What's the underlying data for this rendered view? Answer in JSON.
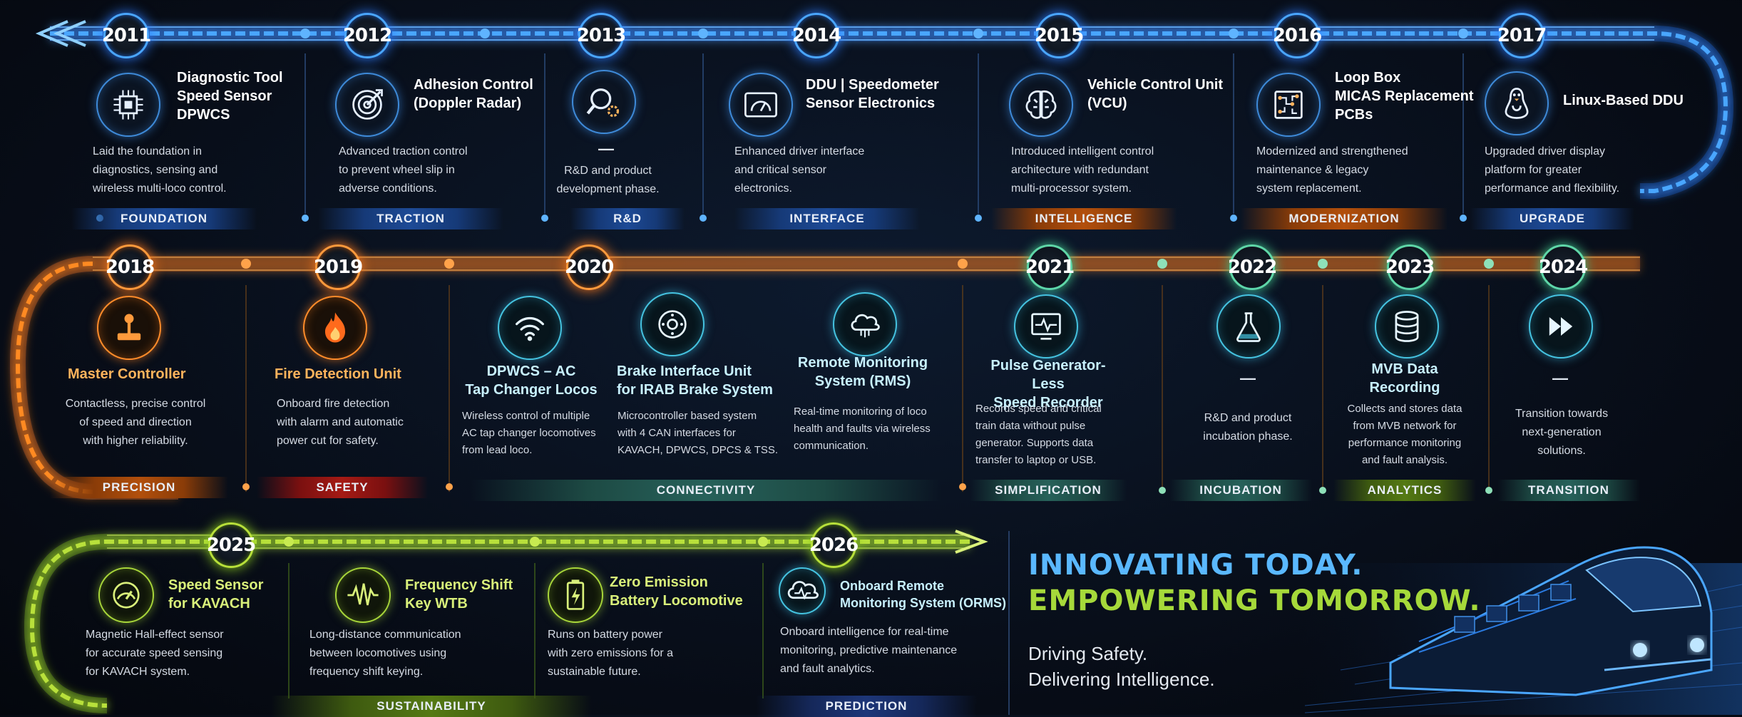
{
  "colors": {
    "blue": "#3e8ad8",
    "orange": "#ff8c2a",
    "green": "#a8d63a",
    "cyan": "#45c3e0",
    "headline_blue": "#5ab8ff",
    "headline_green": "#a6d93a"
  },
  "row1": [
    {
      "year": "2011",
      "icon": "chip-icon",
      "title": [
        "Diagnostic Tool",
        "Speed Sensor",
        "DPWCS"
      ],
      "desc": [
        "Laid the foundation in",
        "diagnostics, sensing and",
        "wireless multi-loco control."
      ]
    },
    {
      "year": "2012",
      "icon": "radar-target-icon",
      "title": [
        "Adhesion Control",
        "(Doppler Radar)"
      ],
      "desc": [
        "Advanced traction control",
        "to prevent wheel slip in",
        "adverse conditions."
      ]
    },
    {
      "year": "2013",
      "icon": "magnifier-gear-icon",
      "title": [
        "—"
      ],
      "desc": [
        "R&D and product",
        "development phase."
      ]
    },
    {
      "year": "2014",
      "icon": "speedometer-icon",
      "title": [
        "DDU | Speedometer",
        "Sensor Electronics"
      ],
      "desc": [
        "Enhanced driver interface",
        "and critical sensor",
        "electronics."
      ]
    },
    {
      "year": "2015",
      "icon": "brain-icon",
      "title": [
        "Vehicle Control Unit",
        "(VCU)"
      ],
      "desc": [
        "Introduced intelligent control",
        "architecture with redundant",
        "multi-processor system."
      ]
    },
    {
      "year": "2016",
      "icon": "circuit-board-icon",
      "title": [
        "Loop Box",
        "MICAS Replacement",
        "PCBs"
      ],
      "desc": [
        "Modernized and strengthened",
        "maintenance & legacy",
        "system replacement."
      ]
    },
    {
      "year": "2017",
      "icon": "linux-penguin-icon",
      "title": [
        "Linux-Based DDU"
      ],
      "desc": [
        "Upgraded driver display",
        "platform for greater",
        "performance and flexibility."
      ]
    }
  ],
  "row1_tags": [
    "FOUNDATION",
    "TRACTION",
    "R&D",
    "INTERFACE",
    "INTELLIGENCE",
    "MODERNIZATION",
    "UPGRADE"
  ],
  "row2": [
    {
      "year": "2018",
      "icon": "joystick-icon",
      "title": [
        "Master Controller"
      ],
      "desc": [
        "Contactless, precise control",
        "of speed and direction",
        "with higher reliability."
      ]
    },
    {
      "year": "2019",
      "icon": "flame-icon",
      "title": [
        "Fire Detection Unit"
      ],
      "desc": [
        "Onboard fire detection",
        "with alarm and automatic",
        "power cut for safety."
      ]
    },
    {
      "year": "2020",
      "icon": "wifi-icon",
      "title": [
        "DPWCS – AC",
        "Tap Changer Locos"
      ],
      "desc": [
        "Wireless control of multiple",
        "AC tap changer locomotives",
        "from lead loco."
      ]
    },
    {
      "year": "",
      "icon": "brake-disc-icon",
      "title": [
        "Brake Interface Unit",
        "for IRAB Brake System"
      ],
      "desc": [
        "Microcontroller based system",
        "with 4 CAN interfaces for",
        "KAVACH, DPWCS, DPCS & TSS."
      ]
    },
    {
      "year": "",
      "icon": "cloud-monitor-icon",
      "title": [
        "Remote Monitoring",
        "System (RMS)"
      ],
      "desc": [
        "Real-time monitoring of loco",
        "health and faults via wireless",
        "communication."
      ]
    },
    {
      "year": "2021",
      "icon": "pulse-monitor-icon",
      "title": [
        "Pulse Generator-Less",
        "Speed Recorder"
      ],
      "desc": [
        "Records speed and critical",
        "train data without pulse",
        "generator. Supports data",
        "transfer to laptop or USB."
      ]
    },
    {
      "year": "2022",
      "icon": "flask-icon",
      "title": [
        "—"
      ],
      "desc": [
        "R&D and product",
        "incubation phase."
      ]
    },
    {
      "year": "2023",
      "icon": "database-icon",
      "title": [
        "MVB Data",
        "Recording"
      ],
      "desc": [
        "Collects and stores data",
        "from MVB network for",
        "performance monitoring",
        "and fault analysis."
      ]
    },
    {
      "year": "2024",
      "icon": "fast-forward-icon",
      "title": [
        "—"
      ],
      "desc": [
        "Transition towards",
        "next-generation",
        "solutions."
      ]
    }
  ],
  "row2_tags": [
    "PRECISION",
    "SAFETY",
    "CONNECTIVITY",
    "SIMPLIFICATION",
    "INCUBATION",
    "ANALYTICS",
    "TRANSITION"
  ],
  "row3": [
    {
      "year": "2025",
      "icon": "sensor-gauge-icon",
      "title": [
        "Speed Sensor",
        "for KAVACH"
      ],
      "desc": [
        "Magnetic Hall-effect sensor",
        "for accurate speed sensing",
        "for KAVACH system."
      ]
    },
    {
      "year": "",
      "icon": "waveform-icon",
      "title": [
        "Frequency Shift",
        "Key WTB"
      ],
      "desc": [
        "Long-distance communication",
        "between locomotives using",
        "frequency shift keying."
      ]
    },
    {
      "year": "",
      "icon": "battery-icon",
      "title": [
        "Zero Emission",
        "Battery Locomotive"
      ],
      "desc": [
        "Runs on battery power",
        "with zero emissions for a",
        "sustainable future."
      ]
    },
    {
      "year": "2026",
      "icon": "cloud-pulse-icon",
      "title": [
        "Onboard Remote",
        "Monitoring System (ORMS)"
      ],
      "desc": [
        "Onboard intelligence for real-time",
        "monitoring, predictive maintenance",
        "and fault analytics."
      ]
    }
  ],
  "row3_tags": [
    "SUSTAINABILITY",
    "PREDICTION"
  ],
  "headline": {
    "line1": "INNOVATING TODAY.",
    "line2": "EMPOWERING TOMORROW.",
    "sub1": "Driving Safety.",
    "sub2": "Delivering Intelligence."
  }
}
